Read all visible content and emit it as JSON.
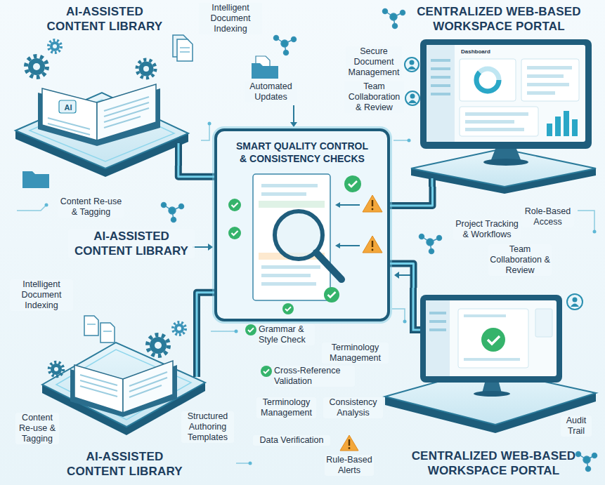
{
  "diagram": {
    "nodes": [
      {
        "text": [
          "AI-ASSISTED CONTENT LIBRARY"
        ]
      },
      {
        "text": [
          "CENTRALIZED WEB-BASED WORKSPACE PORTAL"
        ]
      },
      {
        "text": [
          "SMART QUALITY CONTROL & CONSISTENCY CHECKS"
        ]
      },
      {
        "text": [
          "AI-ASSISTED CONTENT LIBRARY"
        ]
      },
      {
        "text": [
          "CENTRALIZED WEB-BASED WORKSPACE PORTAL"
        ]
      }
    ],
    "edges": [
      {
        "from": 0,
        "to": 2,
        "arrow": "none"
      },
      {
        "from": 1,
        "to": 2,
        "arrow": "none"
      },
      {
        "from": 3,
        "to": 2,
        "arrow": "none"
      },
      {
        "from": 4,
        "to": 2,
        "arrow": "none"
      }
    ],
    "labels": [
      "AI",
      "Intelligent Document Indexing",
      "Automated Updates",
      "Content Re-use & Tagging",
      "Secure Document Management",
      "Team Collaboration & Review",
      "Dashboard",
      "Role-Based Access",
      "Project Tracking & Workflows",
      "AI-ASSISTED CONTENT LIBRARY",
      "Team Collaboration & Review",
      "Intelligent Document Indexing",
      "Grammar & Style Check",
      "Terminology Management",
      "Cross-Reference Validation",
      "Content Re-use & Tagging",
      "Structured Authoring Templates",
      "Terminology Management",
      "Consistency Analysis",
      "Data Verification",
      "Rule-Based Alerts",
      "Audit Trail"
    ]
  }
}
